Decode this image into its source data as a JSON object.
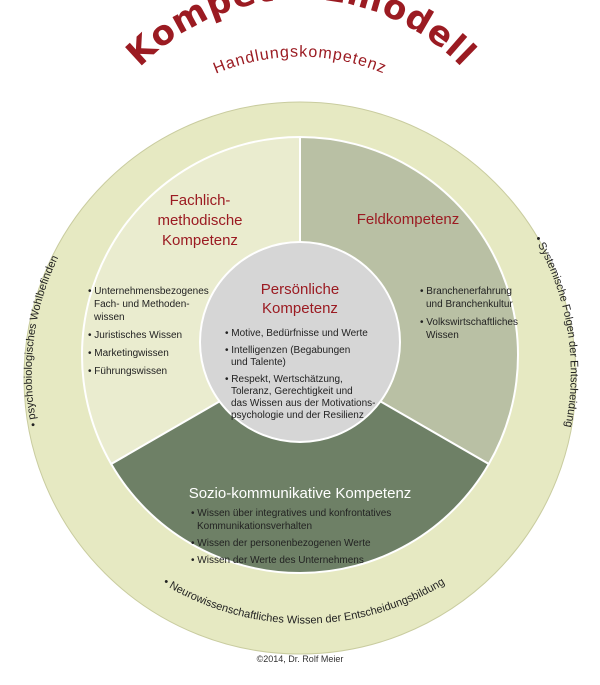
{
  "title": "Kompetenzmodell",
  "outer_ring": {
    "top_label": "Handlungskompetenz",
    "left_label": "• psychobiologisches Wohlbefinden",
    "right_label": "• Systemische Folgen der Entscheidung",
    "bottom_label": "• Neurowissenschaftliches Wissen der Entscheidungsbildung"
  },
  "sectors": {
    "fachlich": {
      "title_lines": [
        "Fachlich-",
        "methodische",
        "Kompetenz"
      ],
      "bullets": [
        [
          "• Unternehmensbezogenes",
          "Fach- und Methoden-",
          "wissen"
        ],
        [
          "• Juristisches Wissen"
        ],
        [
          "• Marketingwissen"
        ],
        [
          "• Führungswissen"
        ]
      ]
    },
    "feld": {
      "title_lines": [
        "Feldkompetenz"
      ],
      "bullets": [
        [
          "• Branchenerfahrung",
          "und Branchenkultur"
        ],
        [
          "• Volkswirtschaftliches",
          "Wissen"
        ]
      ]
    },
    "sozio": {
      "title_lines": [
        "Sozio-kommunikative Kompetenz"
      ],
      "bullets": [
        [
          "• Wissen über integratives und konfrontatives",
          "Kommunikationsverhalten"
        ],
        [
          "• Wissen der personenbezogenen Werte"
        ],
        [
          "• Wissen der Werte des Unternehmens"
        ]
      ]
    },
    "persoenlich": {
      "title_lines": [
        "Persönliche",
        "Kompetenz"
      ],
      "bullets": [
        [
          "• Motive, Bedürfnisse und Werte"
        ],
        [
          "• Intelligenzen (Begabungen",
          "und Talente)"
        ],
        [
          "• Respekt, Wertschätzung,",
          "Toleranz, Gerechtigkeit und",
          "das Wissen aus der Motivations-",
          "psychologie und der Resilienz"
        ]
      ]
    }
  },
  "copyright": "©2014, Dr. Rolf Meier",
  "colors": {
    "outer_ring": "#e6e9c2",
    "fachlich": "#eaeccf",
    "feld": "#b9c0a4",
    "sozio": "#6e8066",
    "persoenlich": "#d6d6d6",
    "accent_red": "#9b1b22"
  }
}
